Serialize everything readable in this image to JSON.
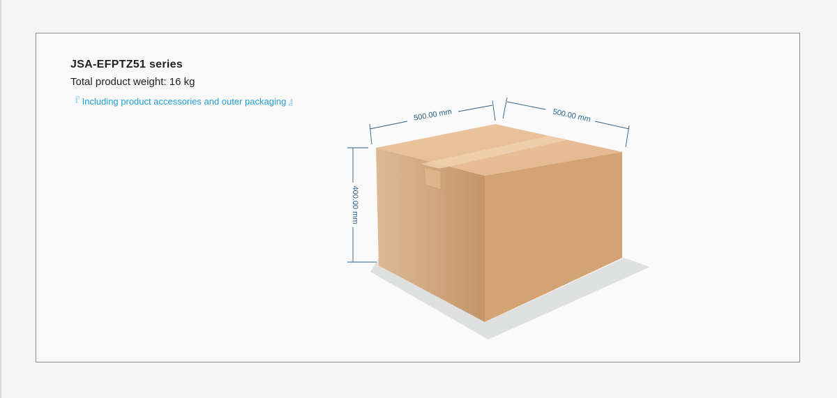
{
  "product": {
    "series": "JSA-EFPTZ51 series",
    "weight": "Total product weight: 16 kg",
    "note": "『 Including product accessories and outer packaging 』"
  },
  "dimensions": {
    "length": "500.00 mm",
    "width": "500.00 mm",
    "height": "400.00 mm"
  },
  "colors": {
    "accent": "#1e9fd4",
    "dimension_text": "#2b5f86",
    "box_top": "#e8c19b",
    "box_left": "#d0a77e",
    "box_right": "#d4a373"
  }
}
